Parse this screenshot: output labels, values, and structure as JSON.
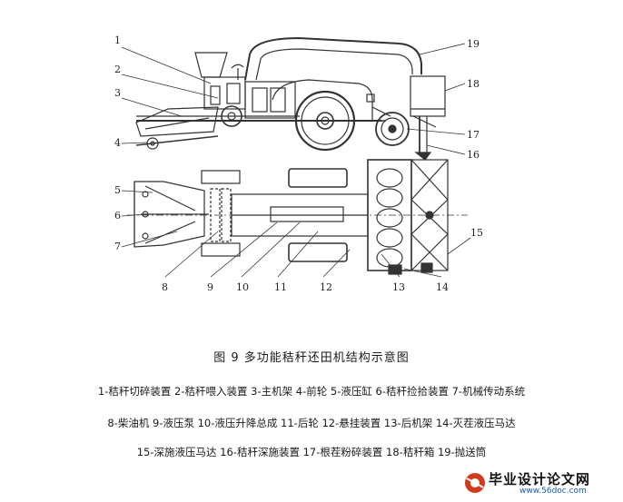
{
  "callouts": [
    "1",
    "2",
    "3",
    "4",
    "5",
    "6",
    "7",
    "8",
    "9",
    "10",
    "11",
    "12",
    "13",
    "14",
    "15",
    "16",
    "17",
    "18",
    "19"
  ],
  "caption": "图 9    多功能秸秆还田机结构示意图",
  "legend_lines": [
    "1-秸秆切碎装置 2-秸秆喂入装置 3-主机架 4-前轮 5-液压缸 6-秸秆捡拾装置 7-机械传动系统",
    "8-柴油机 9-液压泵 10-液压升降总成 11-后轮 12-悬挂装置 13-后机架 14-灭茬液压马达",
    "15-深施液压马达 16-秸秆深施装置 17-根茬粉碎装置 18-秸秆箱 19-抛送筒"
  ],
  "watermark": {
    "text": "毕业设计论文网",
    "url": "www.56doc.com"
  }
}
